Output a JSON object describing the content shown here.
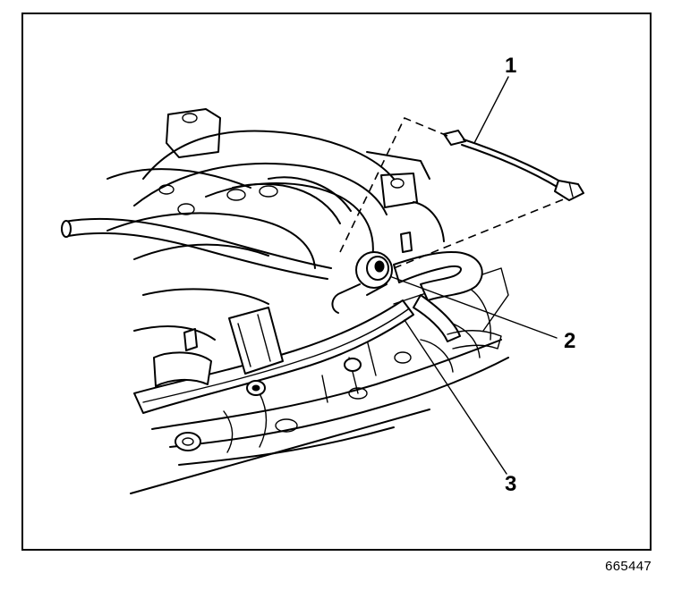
{
  "callouts": [
    {
      "id": "1",
      "label": "1"
    },
    {
      "id": "2",
      "label": "2"
    },
    {
      "id": "3",
      "label": "3"
    }
  ],
  "figure_number": "665447",
  "parts_depicted": [
    "intake-manifold",
    "fuel-rail",
    "fuel-pressure-sensor",
    "sensor-electrical-connector",
    "fuel-line"
  ]
}
